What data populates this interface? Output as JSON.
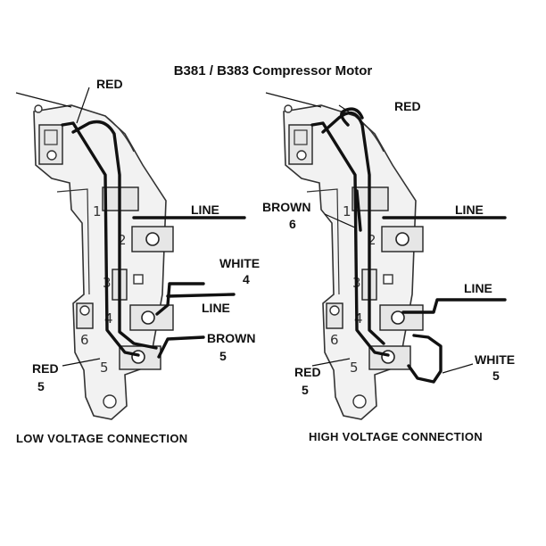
{
  "title": "B381 / B383 Compressor Motor",
  "low": {
    "caption": "LOW VOLTAGE CONNECTION",
    "red_top": "RED",
    "line_1": "LINE",
    "white": "WHITE",
    "white_num": "4",
    "line_2": "LINE",
    "brown": "BROWN",
    "brown_num": "5",
    "red_bottom": "RED",
    "red_bottom_num": "5",
    "terminals": [
      "1",
      "2",
      "3",
      "4",
      "5",
      "6"
    ]
  },
  "high": {
    "caption": "HIGH VOLTAGE CONNECTION",
    "red_top": "RED",
    "brown": "BROWN",
    "brown_num": "6",
    "line_1": "LINE",
    "line_2": "LINE",
    "white": "WHITE",
    "white_num": "5",
    "red_bottom": "RED",
    "red_bottom_num": "5",
    "terminals": [
      "1",
      "2",
      "3",
      "4",
      "5",
      "6"
    ]
  },
  "colors": {
    "wire": "#111111",
    "board": "#f2f2f2",
    "outline": "#333333"
  }
}
